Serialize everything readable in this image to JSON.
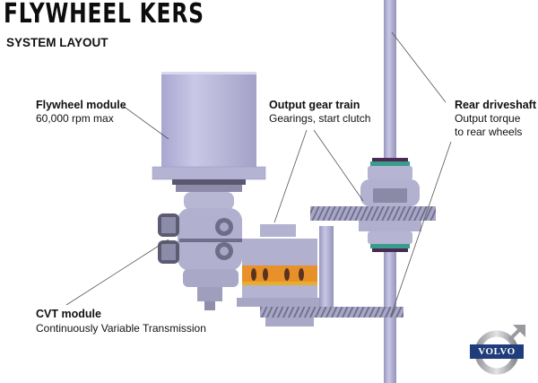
{
  "title": "FLYWHEEL KERS",
  "subtitle": "SYSTEM LAYOUT",
  "labels": {
    "flywheel": {
      "heading": "Flywheel module",
      "detail": "60,000 rpm max"
    },
    "output_gear": {
      "heading": "Output gear train",
      "detail": "Gearings, start clutch"
    },
    "rear_driveshaft": {
      "heading": "Rear driveshaft",
      "detail_line1": "Output torque",
      "detail_line2": "to rear wheels"
    },
    "cvt": {
      "heading": "CVT module",
      "detail": "Continuously Variable Transmission"
    }
  },
  "logo": {
    "text": "VOLVO"
  },
  "colors": {
    "metal": "#b9b8d6",
    "metal_dark": "#8e8cb0",
    "metal_light": "#d6d5ea",
    "orange": "#e8902a",
    "teal": "#3a9c8a",
    "purple": "#4a2a55",
    "logo_blue": "#1f3d7a",
    "leader": "#555555"
  }
}
